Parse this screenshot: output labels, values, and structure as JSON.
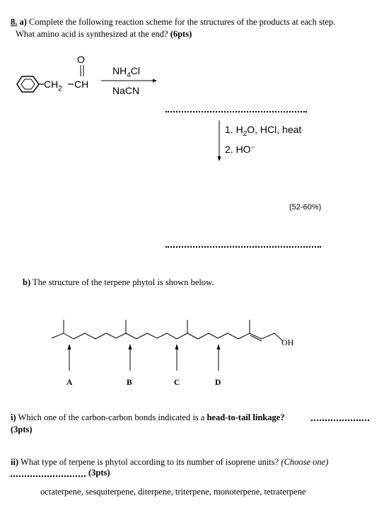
{
  "question": {
    "number": "8.",
    "part_a_letter": "a)",
    "part_a_line1": "Complete the following reaction scheme for the structures of the products at each step.",
    "part_a_line2": "What amino acid is synthesized at the end?",
    "part_a_points": "(6pts)"
  },
  "scheme": {
    "substituent": "CH",
    "substituent_sub": "2",
    "aldehyde_ch": "CH",
    "carbonyl_o": "O",
    "reagent1_a": "NH",
    "reagent1_sub": "4",
    "reagent1_b": "Cl",
    "reagent2": "NaCN",
    "step1_a": "1. H",
    "step1_sub": "2",
    "step1_b": "O, HCl, heat",
    "step2_a": "2. HO",
    "step2_sup": "−",
    "yield": "(52-60%)"
  },
  "part_b": {
    "letter": "b)",
    "text": "The structure of the terpene phytol is shown below.",
    "oh_label": "OH",
    "labels": [
      "A",
      "B",
      "C",
      "D"
    ]
  },
  "part_i": {
    "num": "i)",
    "text": "Which one of the carbon-carbon bonds indicated is a",
    "bold": "head-to-tail linkage?",
    "points": "(3pts)"
  },
  "part_ii": {
    "num": "ii)",
    "text": "What type of terpene is phytol according to its number of isoprene units?",
    "choose": "(Choose one)",
    "points": "(3pts)",
    "options": "octaterpene, sesquiterpene, diterpene, triterpene, monoterpene, tetraterpene"
  }
}
